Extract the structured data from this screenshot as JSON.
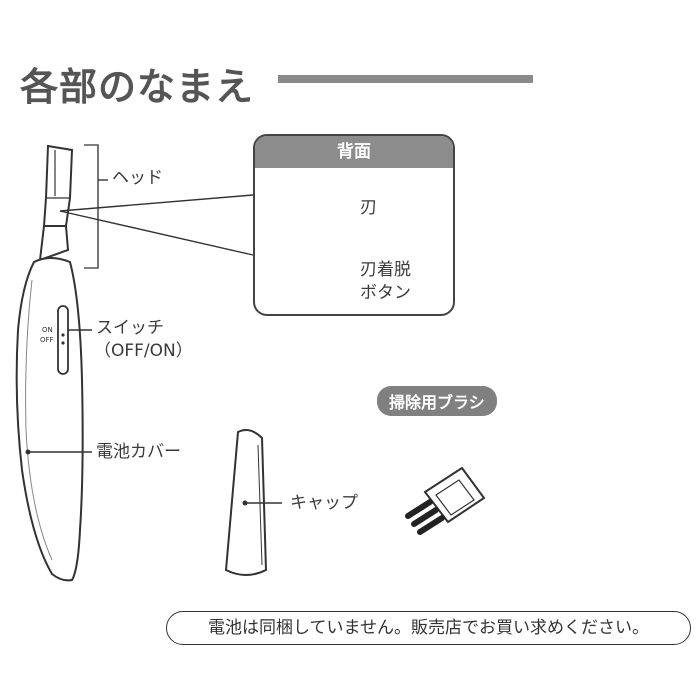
{
  "title": "各部のなまえ",
  "labels": {
    "head": "ヘッド",
    "switch_line1": "スイッチ",
    "switch_line2": "（OFF/ON）",
    "switch_on": "ON",
    "switch_off": "OFF",
    "battery_cover": "電池カバー",
    "cap": "キャップ"
  },
  "back_panel": {
    "header": "背面",
    "blade": "刃",
    "release_line1": "刃着脱",
    "release_line2": "ボタン"
  },
  "brush_label": "掃除用ブラシ",
  "note": "電池は同梱していません。販売店でお買い求めください。"
}
